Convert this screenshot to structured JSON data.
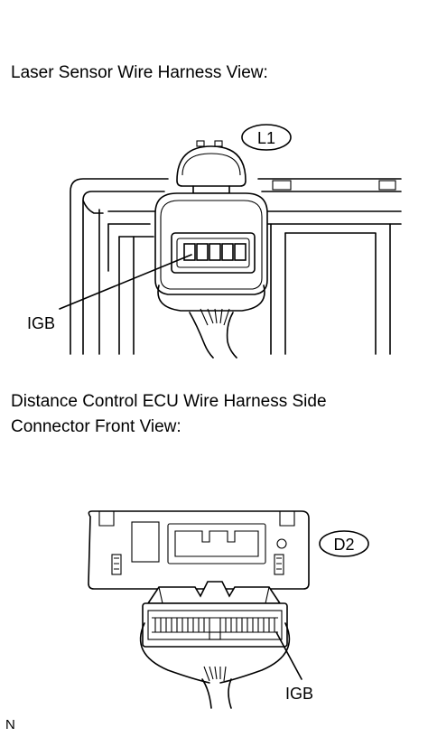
{
  "section1": {
    "heading": "Laser Sensor Wire Harness View:",
    "connector_id": "L1",
    "pin_label": "IGB"
  },
  "section2": {
    "heading_line1": "Distance Control ECU Wire Harness Side",
    "heading_line2": "Connector Front View:",
    "connector_id": "D2",
    "pin_label": "IGB"
  },
  "footer": {
    "code": "N"
  }
}
